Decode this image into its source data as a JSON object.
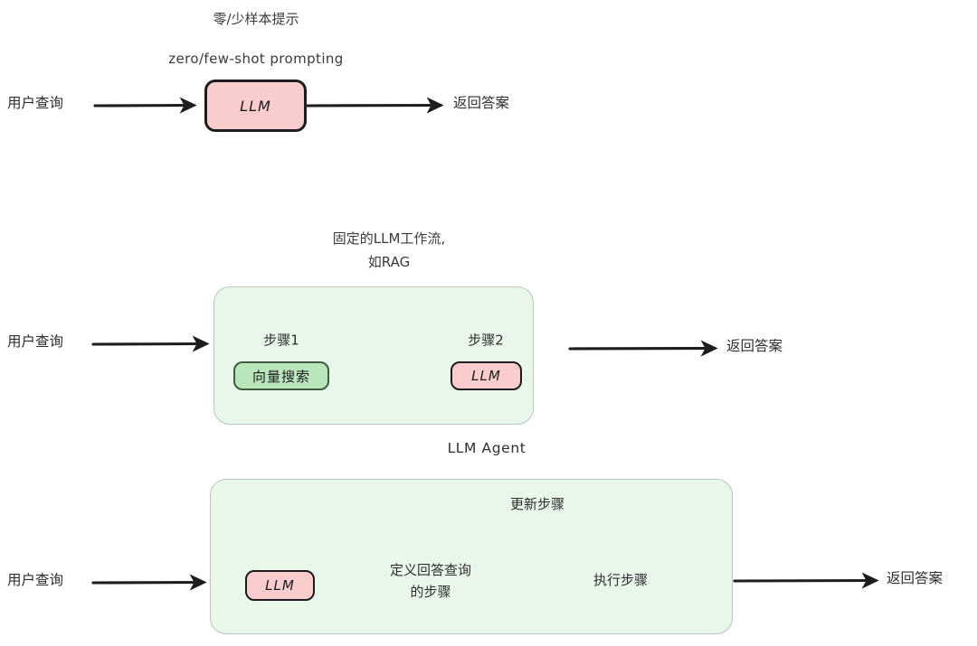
{
  "diagram": {
    "title_semantic": "llm-usage-patterns-comparison",
    "background": "#ffffff",
    "colors": {
      "llm_chip_fill": "#f9ccce",
      "llm_chip_border": "#1d1d1d",
      "vector_chip_fill": "#b9e6bb",
      "vector_chip_border": "#3f5c41",
      "group_fill": "#e9f6ea",
      "group_border": "#b6c9b8",
      "arrow": "#1d1d1d",
      "text": "#2f2f2f"
    }
  },
  "sections": [
    {
      "id": "zero-few-shot",
      "caption_cn": "零/少样本提示",
      "caption_en": "zero/few-shot prompting",
      "input_label": "用户查询",
      "output_label": "返回答案",
      "node_label": "LLM"
    },
    {
      "id": "fixed-workflow",
      "caption_cn": "固定的LLM工作流,",
      "caption_cn2": "如RAG",
      "input_label": "用户查询",
      "output_label": "返回答案",
      "steps": [
        {
          "title": "步骤1",
          "node_label": "向量搜索",
          "node_kind": "green"
        },
        {
          "title": "步骤2",
          "node_label": "LLM",
          "node_kind": "pink"
        }
      ]
    },
    {
      "id": "llm-agent",
      "caption_en": "LLM Agent",
      "input_label": "用户查询",
      "output_label": "返回答案",
      "node_label": "LLM",
      "stage_define_line1": "定义回答查询",
      "stage_define_line2": "的步骤",
      "stage_execute": "执行步骤",
      "loop_label": "更新步骤"
    }
  ]
}
